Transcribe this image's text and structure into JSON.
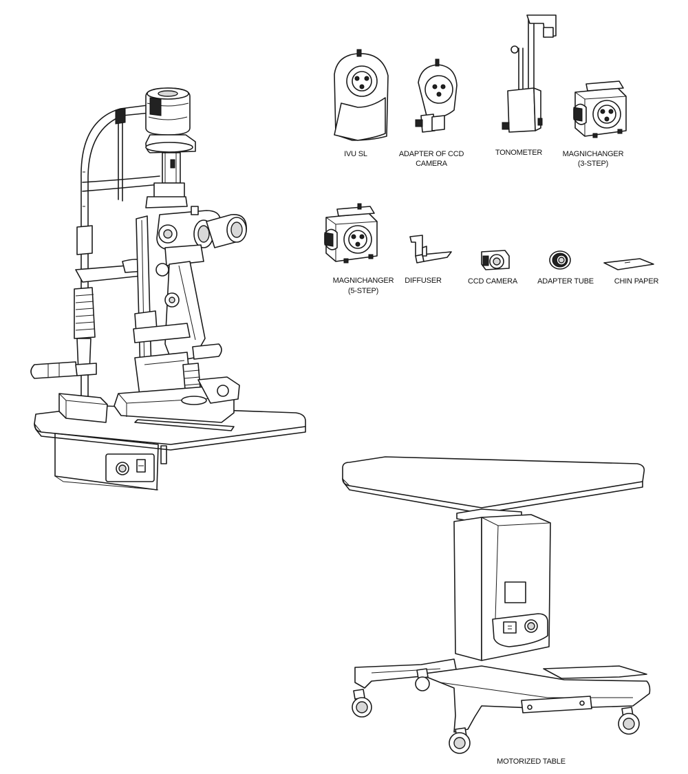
{
  "accessories": [
    {
      "id": "ivu-sl",
      "lines": [
        "IVU SL"
      ]
    },
    {
      "id": "adapter-ccd",
      "lines": [
        "ADAPTER OF CCD",
        "CAMERA"
      ]
    },
    {
      "id": "tonometer",
      "lines": [
        "TONOMETER"
      ]
    },
    {
      "id": "magnichanger-3",
      "lines": [
        "MAGNICHANGER",
        "(3-STEP)"
      ]
    },
    {
      "id": "magnichanger-5",
      "lines": [
        "MAGNICHANGER",
        "(5-STEP)"
      ]
    },
    {
      "id": "diffuser",
      "lines": [
        "DIFFUSER"
      ]
    },
    {
      "id": "ccd-camera",
      "lines": [
        "CCD CAMERA"
      ]
    },
    {
      "id": "adapter-tube",
      "lines": [
        "ADAPTER TUBE"
      ]
    },
    {
      "id": "chin-paper",
      "lines": [
        "CHIN PAPER"
      ]
    }
  ],
  "motorized_table": {
    "label": "MOTORIZED TABLE"
  }
}
